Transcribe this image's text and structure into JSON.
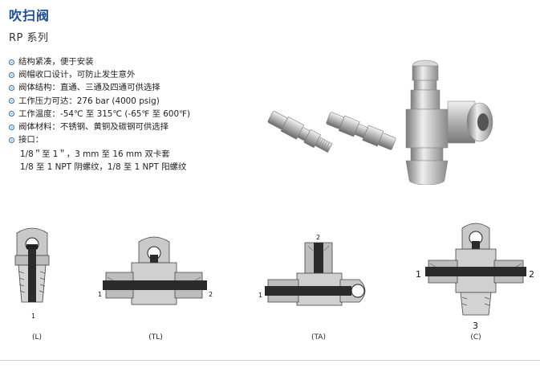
{
  "title": "吹扫阀",
  "series": "RP 系列",
  "features": [
    "结构紧凑，便于安装",
    "阀帽收口设计，可防止发生意外",
    "阀体结构：直通、三通及四通可供选择",
    "工作压力可达：276 bar (4000 psig)",
    "工作温度：-54℃ 至 315℃ (-65℉ 至 600℉)",
    "阀体材料：不锈钢、黄铜及碳钢可供选择",
    "接口："
  ],
  "connections": [
    "1/8＂至 1＂，3 mm 至 16 mm 双卡套",
    "1/8 至 1 NPT 阴螺纹，1/8 至 1 NPT 阳螺纹"
  ],
  "diagrams": {
    "L": {
      "caption": "(L)",
      "ports": [
        "1"
      ]
    },
    "TL": {
      "caption": "(TL)",
      "ports": [
        "1",
        "2"
      ]
    },
    "TA": {
      "caption": "(TA)",
      "ports": [
        "1",
        "2"
      ]
    },
    "C": {
      "caption": "(C)",
      "ports": [
        "1",
        "2",
        "3"
      ]
    }
  },
  "colors": {
    "title": "#1b4e9b",
    "bullet": "#2a6cc4"
  }
}
